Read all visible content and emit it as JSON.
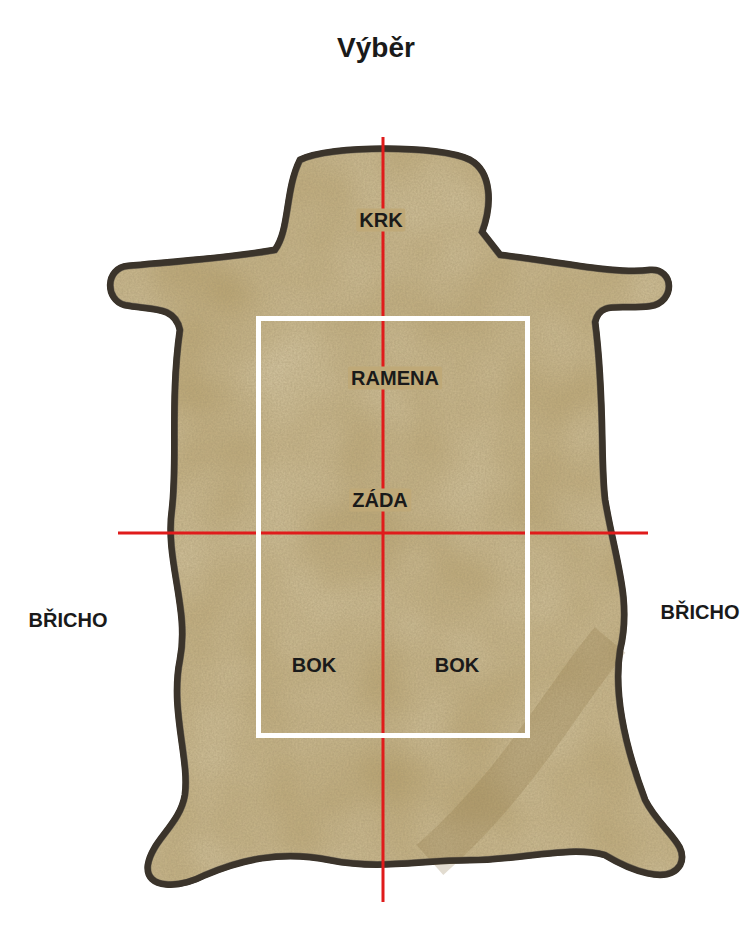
{
  "diagram": {
    "title": "Výběr",
    "nodes": [
      {
        "text": [
          "RAMENA",
          "ZÁDA",
          "BOK",
          "BOK"
        ]
      }
    ],
    "labels": [
      "KRK",
      "BŘICHO",
      "BŘICHO"
    ]
  }
}
